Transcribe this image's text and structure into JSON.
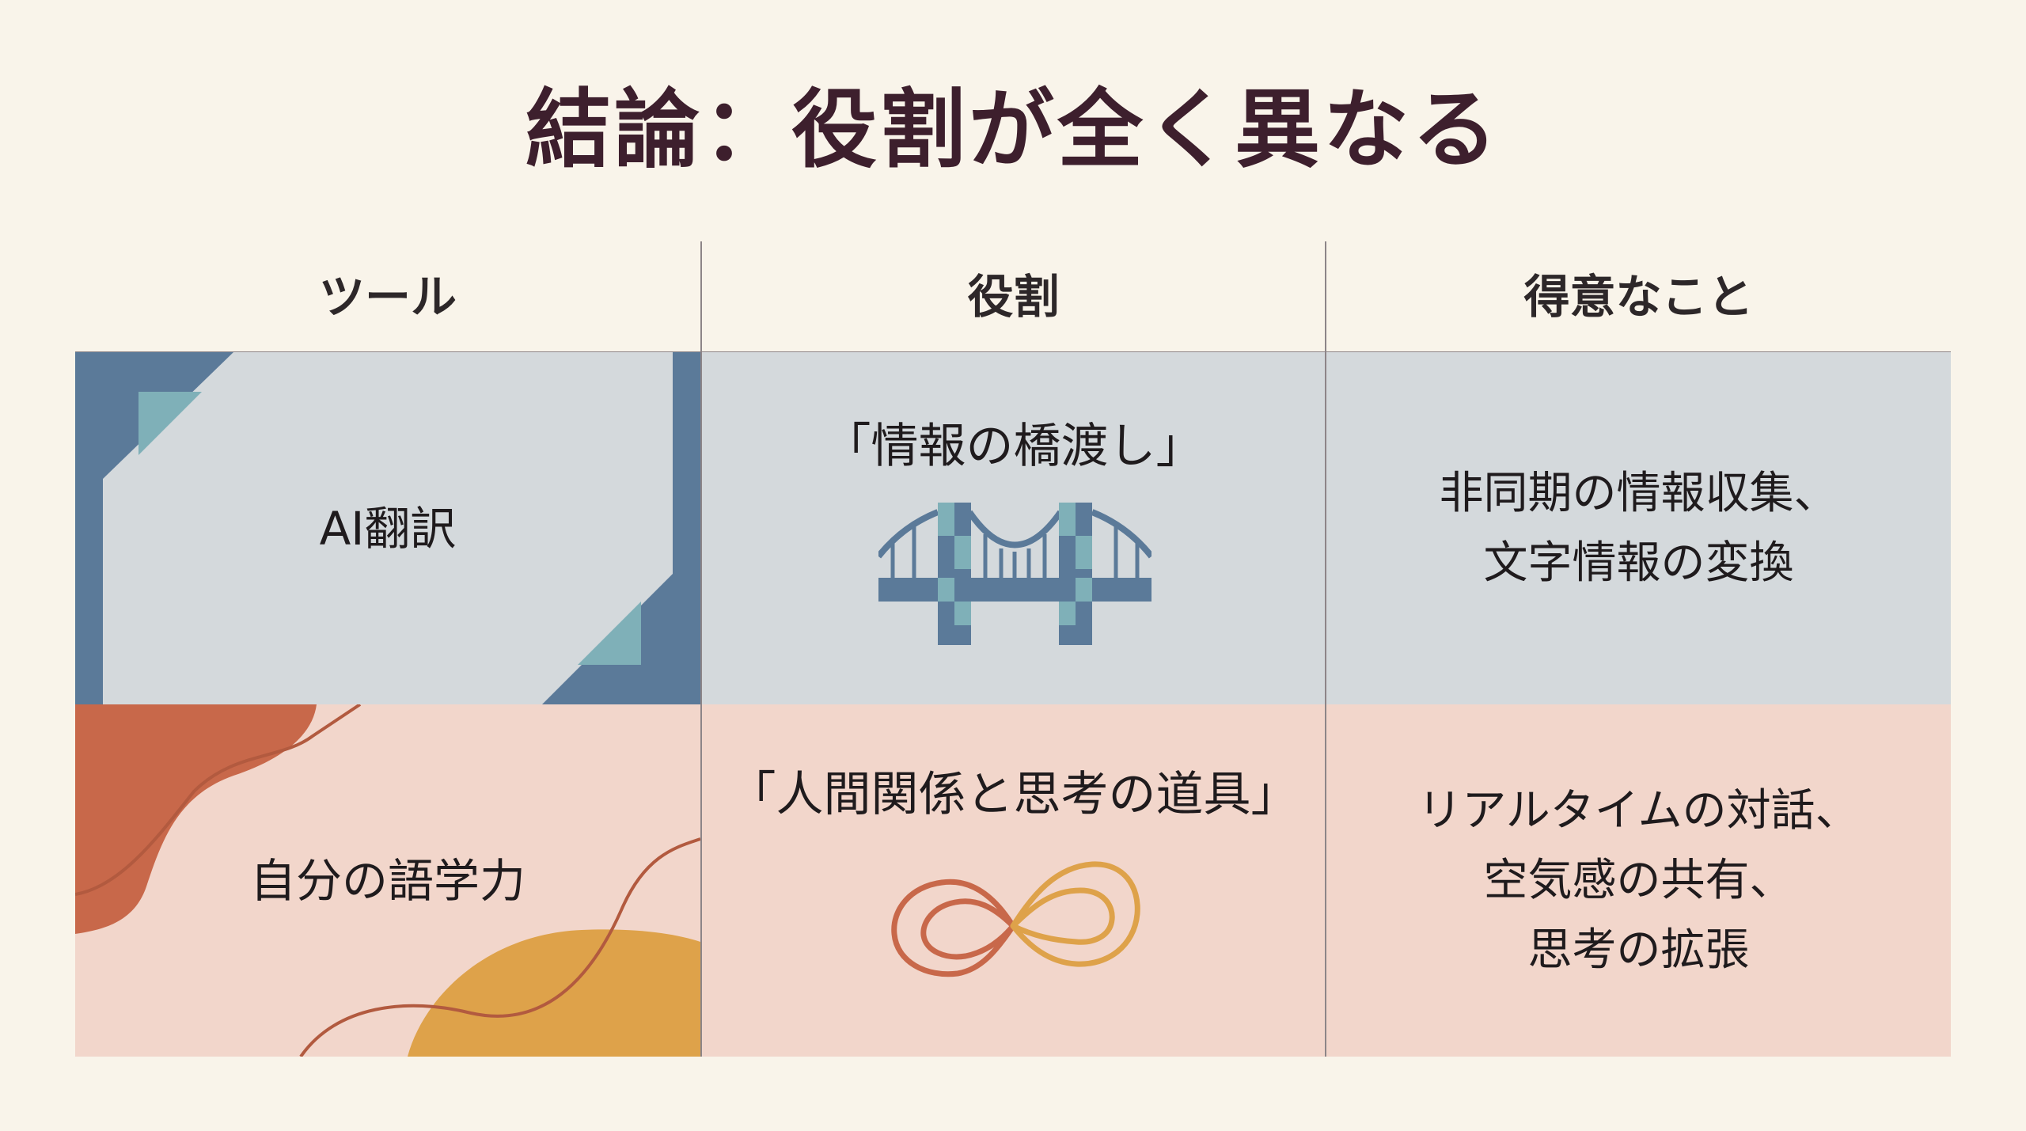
{
  "title": "結論：役割が全く異なる",
  "headers": {
    "tool": "ツール",
    "role": "役割",
    "strength": "得意なこと"
  },
  "rows": [
    {
      "tool": "AI翻訳",
      "role": "「情報の橋渡し」",
      "role_icon": "bridge-icon",
      "strength_lines": [
        "非同期の情報収集、",
        "文字情報の変換"
      ]
    },
    {
      "tool": "自分の語学力",
      "role": "「人間関係と思考の道具」",
      "role_icon": "infinity-loop-icon",
      "strength_lines": [
        "リアルタイムの対話、",
        "空気感の共有、",
        "思考の拡張"
      ]
    }
  ],
  "colors": {
    "background": "#f9f4ea",
    "title": "#3d1f2d",
    "row1_bg": "#d4d9dc",
    "row2_bg": "#f2d6cb",
    "slate_blue": "#5b7a99",
    "teal": "#7fb0b8",
    "terracotta": "#c8684a",
    "mustard": "#dea24a"
  }
}
